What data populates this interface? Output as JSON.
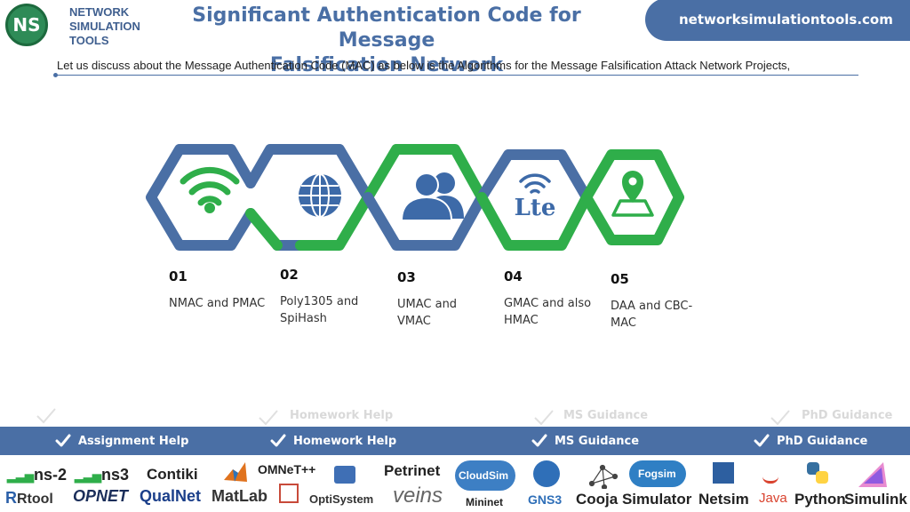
{
  "header": {
    "logo": {
      "mark": "NS",
      "line1": "NETWORK",
      "line2": "SIMULATION",
      "line3": "TOOLS"
    },
    "title_line1": "Significant Authentication Code for Message",
    "title_line2": "Falsification Network",
    "site": "networksimulationtools.com"
  },
  "subtitle": "Let us discuss about the Message Authentication Code (MAC) as below is the Algorithms for the Message Falsification Attack Network Projects,",
  "steps": [
    {
      "num": "01",
      "label": "NMAC and PMAC",
      "icon": "wifi-icon"
    },
    {
      "num": "02",
      "label": "Poly1305 and SpiHash",
      "icon": "globe-icon"
    },
    {
      "num": "03",
      "label": "UMAC and VMAC",
      "icon": "users-icon"
    },
    {
      "num": "04",
      "label": "GMAC and also HMAC",
      "icon": "lte-icon"
    },
    {
      "num": "05",
      "label": "DAA and CBC-MAC",
      "icon": "map-pin-icon"
    }
  ],
  "colors": {
    "blue": "#4a6fa5",
    "green": "#2fae4a",
    "icon_blue": "#3d6aa8",
    "icon_green": "#2fae4a"
  },
  "services": {
    "items": [
      "Assignment Help",
      "Homework Help",
      "MS  Guidance",
      "PhD  Guidance"
    ],
    "ghost": [
      "Homework Help",
      "MS  Guidance",
      "PhD  Guidance"
    ]
  },
  "tools": {
    "ns2": "ns-2",
    "ns3": "ns3",
    "contiki": "Contiki",
    "omnet": "OMNeT++",
    "petrinet": "Petrinet",
    "rtool": "Rtool",
    "opnet": "OPNET",
    "qualnet": "QualNet",
    "matlab": "MatLab",
    "optisystem": "OptiSystem",
    "veins": "veins",
    "cloudsim": "CloudSim",
    "mininet": "Mininet",
    "gns3": "GNS3",
    "cooja": "Cooja Simulator",
    "fogsim": "Fogsim",
    "netsim": "Netsim",
    "java": "Java",
    "python": "Python",
    "simulink": "Simulink"
  }
}
